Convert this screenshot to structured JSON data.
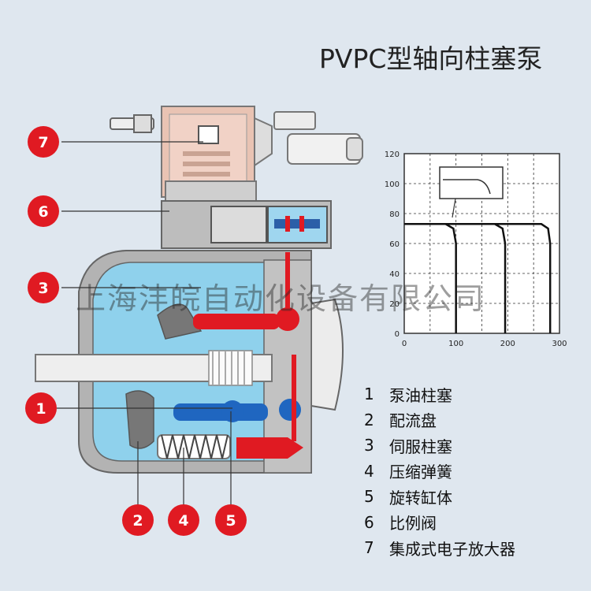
{
  "title": "PVPC型轴向柱塞泵",
  "watermark": "上海沣皖自动化设备有限公司",
  "callouts": [
    "7",
    "6",
    "3",
    "1",
    "2",
    "4",
    "5"
  ],
  "legend": [
    {
      "num": "1",
      "label": "泵油柱塞"
    },
    {
      "num": "2",
      "label": "配流盘"
    },
    {
      "num": "3",
      "label": "伺服柱塞"
    },
    {
      "num": "4",
      "label": "压缩弹簧"
    },
    {
      "num": "5",
      "label": "旋转缸体"
    },
    {
      "num": "6",
      "label": "比例阀"
    },
    {
      "num": "7",
      "label": "集成式电子放大器"
    }
  ],
  "chart_data": {
    "type": "line",
    "x_ticks": [
      "0",
      "100",
      "200",
      "300"
    ],
    "y_ticks": [
      "0",
      "20",
      "40",
      "60",
      "80",
      "100",
      "120"
    ],
    "xlim": [
      0,
      300
    ],
    "ylim": [
      0,
      120
    ],
    "grid": true,
    "series": [
      {
        "x": [
          0,
          80,
          95,
          100,
          100
        ],
        "y": [
          73,
          73,
          70,
          60,
          0
        ]
      },
      {
        "x": [
          0,
          175,
          190,
          195,
          195
        ],
        "y": [
          73,
          73,
          70,
          60,
          0
        ]
      },
      {
        "x": [
          0,
          265,
          278,
          282,
          282
        ],
        "y": [
          73,
          73,
          70,
          60,
          0
        ]
      }
    ]
  },
  "colors": {
    "background": "#dfe7ef",
    "callout": "#e01a22",
    "body_blue": "#8fd1ec",
    "body_grey": "#a9a9a9",
    "red_piston": "#e01a22",
    "blue_piston": "#1f66c0"
  }
}
